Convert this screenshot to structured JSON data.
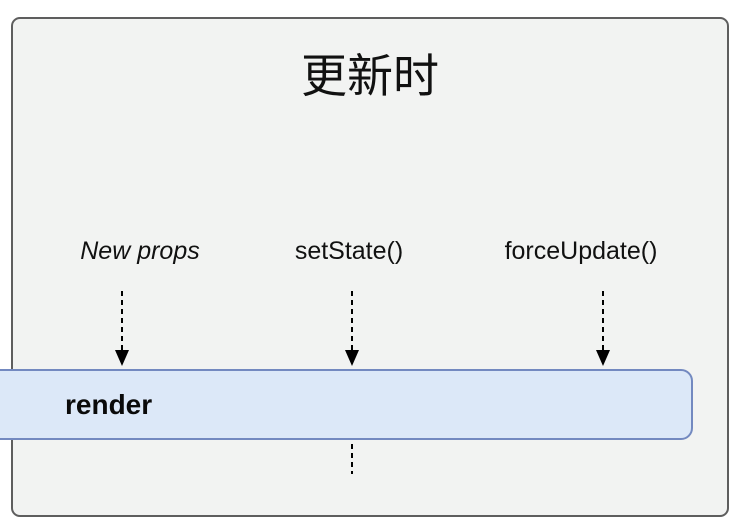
{
  "diagram": {
    "title": "更新时",
    "triggers": [
      {
        "label": "New props",
        "style": "italic"
      },
      {
        "label": "setState()",
        "style": "normal"
      },
      {
        "label": "forceUpdate()",
        "style": "normal"
      }
    ],
    "render_box": {
      "label": "render"
    },
    "arrow_style": "dashed"
  },
  "colors": {
    "page_bg": "#ffffff",
    "panel_bg": "#f2f3f2",
    "panel_border": "#5e5e5e",
    "render_box_bg": "#dce8f8",
    "render_box_border": "#7389c0",
    "arrow_color": "#000000",
    "text": "#111111"
  }
}
